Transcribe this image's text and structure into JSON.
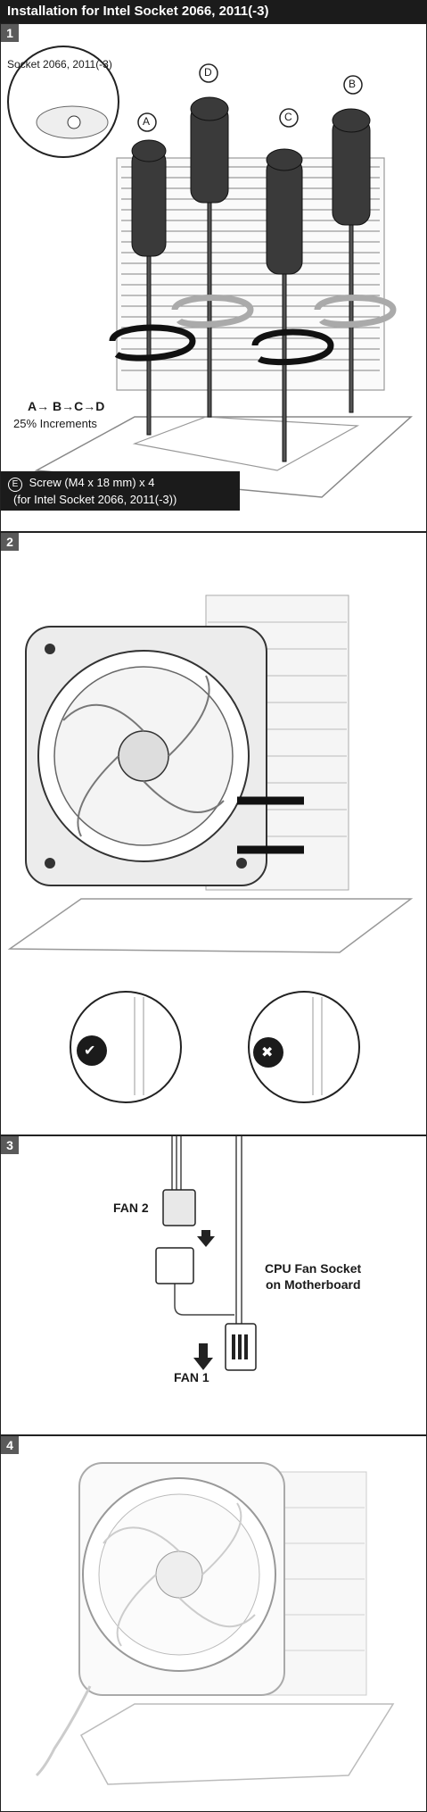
{
  "title": "Installation for Intel Socket 2066, 2011(-3)",
  "step1": {
    "badge": "1",
    "socket_label": "Socket 2066, 2011(-3)",
    "letters": {
      "a": "A",
      "b": "B",
      "c": "C",
      "d": "D"
    },
    "sequence": "A→ B→C→D",
    "increments": "25% Increments",
    "screw_letter": "E",
    "screw_line1": "Screw (M4 x 18 mm) x 4",
    "screw_line2": "(for Intel Socket 2066, 2011(-3))"
  },
  "step2": {
    "badge": "2",
    "correct_mark": "✔",
    "wrong_mark": "✖"
  },
  "step3": {
    "badge": "3",
    "fan2": "FAN 2",
    "fan1": "FAN 1",
    "cpu_socket_line1": "CPU Fan Socket",
    "cpu_socket_line2": "on Motherboard"
  },
  "step4": {
    "badge": "4"
  }
}
